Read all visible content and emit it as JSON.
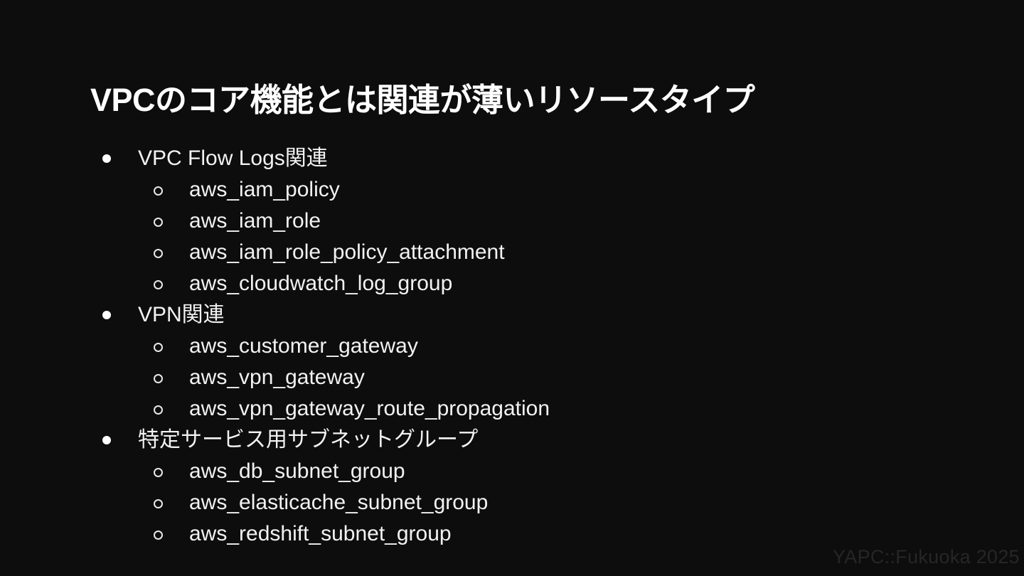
{
  "slide": {
    "title": "VPCのコア機能とは関連が薄いリソースタイプ",
    "background_color": "#0d0d0d",
    "title_color": "#ffffff",
    "body_color": "#f2f2f2",
    "footer_color": "#262626",
    "footer": "YAPC::Fukuoka 2025",
    "groups": [
      {
        "label": "VPC Flow Logs関連",
        "items": [
          "aws_iam_policy",
          "aws_iam_role",
          "aws_iam_role_policy_attachment",
          "aws_cloudwatch_log_group"
        ]
      },
      {
        "label": "VPN関連",
        "items": [
          "aws_customer_gateway",
          "aws_vpn_gateway",
          "aws_vpn_gateway_route_propagation"
        ]
      },
      {
        "label": "特定サービス用サブネットグループ",
        "items": [
          "aws_db_subnet_group",
          "aws_elasticache_subnet_group",
          "aws_redshift_subnet_group"
        ]
      }
    ]
  }
}
